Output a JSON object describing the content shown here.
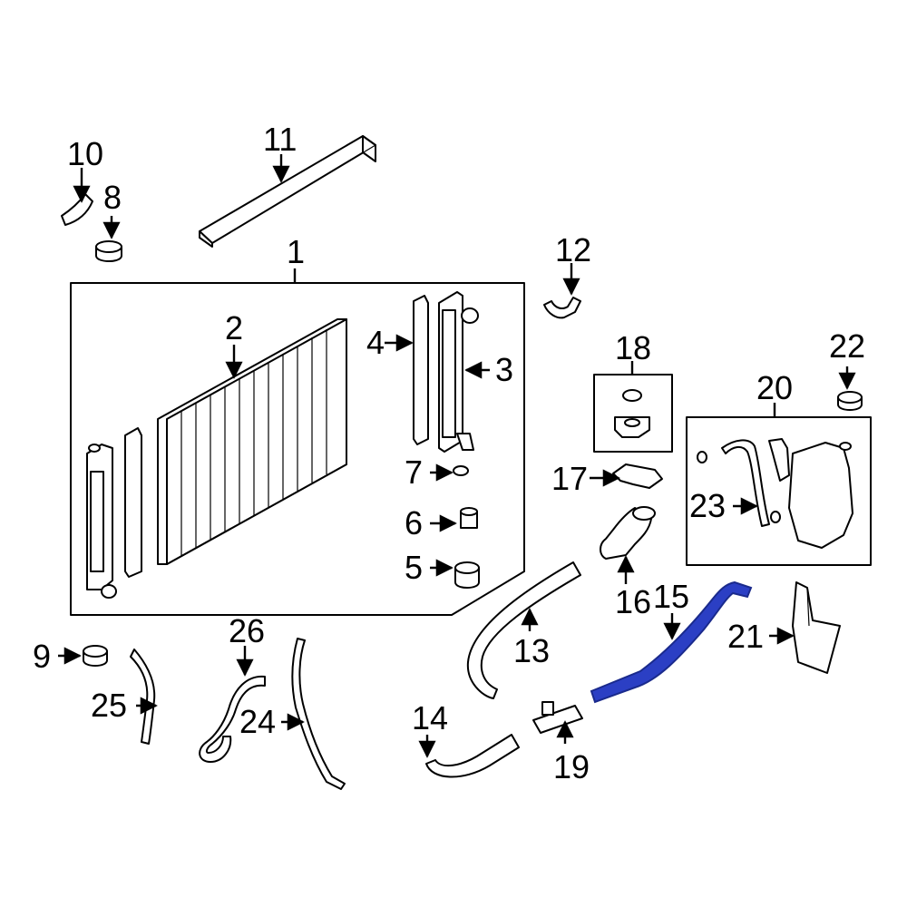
{
  "callouts": {
    "c1": "1",
    "c2": "2",
    "c3": "3",
    "c4": "4",
    "c5": "5",
    "c6": "6",
    "c7": "7",
    "c8": "8",
    "c9": "9",
    "c10": "10",
    "c11": "11",
    "c12": "12",
    "c13": "13",
    "c14": "14",
    "c15": "15",
    "c16": "16",
    "c17": "17",
    "c18": "18",
    "c19": "19",
    "c20": "20",
    "c21": "21",
    "c22": "22",
    "c23": "23",
    "c24": "24",
    "c25": "25",
    "c26": "26"
  },
  "highlight": {
    "part": "15",
    "color": "#2b3fc4"
  }
}
